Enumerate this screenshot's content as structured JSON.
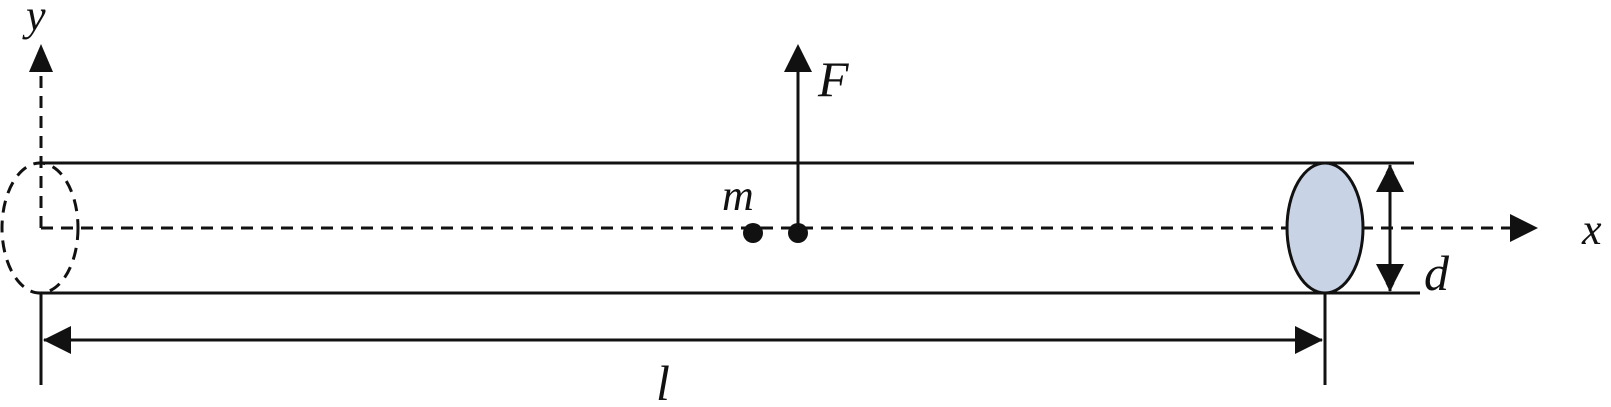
{
  "labels": {
    "y_axis": "y",
    "x_axis": "x",
    "force": "F",
    "mass": "m",
    "diameter": "d",
    "length": "l"
  },
  "colors": {
    "stroke": "#111111",
    "cross_section_fill": "#c9d3e6",
    "background": "#ffffff"
  }
}
